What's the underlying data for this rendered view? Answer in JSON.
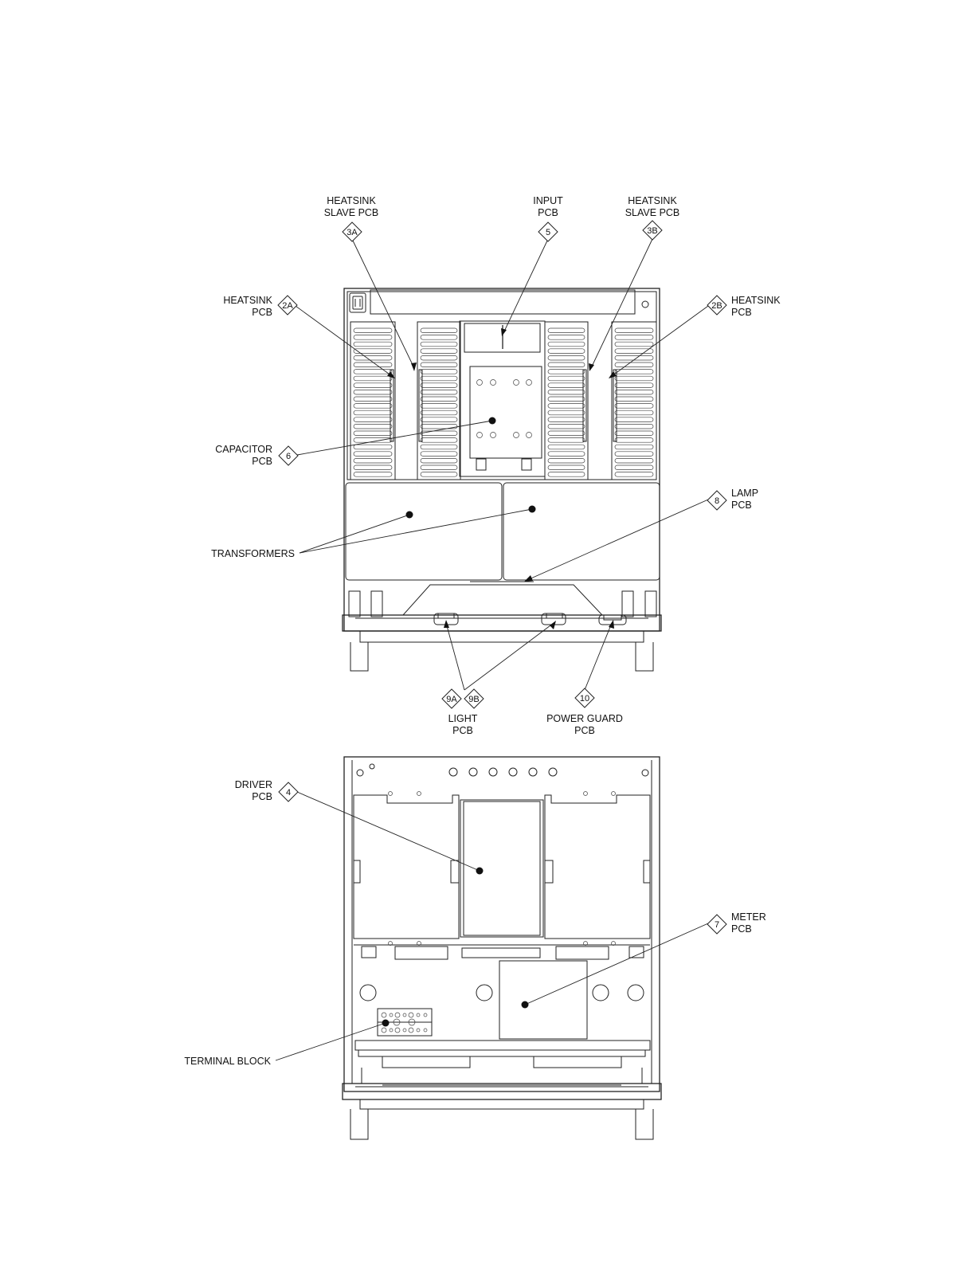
{
  "callouts": {
    "heatsink_slave_3a": {
      "line1": "HEATSINK",
      "line2": "SLAVE PCB",
      "tag": "3A"
    },
    "input_5": {
      "line1": "INPUT",
      "line2": "PCB",
      "tag": "5"
    },
    "heatsink_slave_3b": {
      "line1": "HEATSINK",
      "line2": "SLAVE PCB",
      "tag": "3B"
    },
    "heatsink_2a": {
      "line1": "HEATSINK",
      "line2": "PCB",
      "tag": "2A"
    },
    "heatsink_2b": {
      "line1": "HEATSINK",
      "line2": "PCB",
      "tag": "2B"
    },
    "capacitor_6": {
      "line1": "CAPACITOR",
      "line2": "PCB",
      "tag": "6"
    },
    "lamp_8": {
      "line1": "LAMP",
      "line2": "PCB",
      "tag": "8"
    },
    "transformers": {
      "line1": "TRANSFORMERS"
    },
    "light_9": {
      "line1": "LIGHT",
      "line2": "PCB",
      "tag_a": "9A",
      "tag_b": "9B"
    },
    "power_guard_10": {
      "line1": "POWER GUARD",
      "line2": "PCB",
      "tag": "10"
    },
    "driver_4": {
      "line1": "DRIVER",
      "line2": "PCB",
      "tag": "4"
    },
    "meter_7": {
      "line1": "METER",
      "line2": "PCB",
      "tag": "7"
    },
    "terminal_block": {
      "line1": "TERMINAL BLOCK"
    }
  },
  "colors": {
    "ink": "#222222",
    "paper": "#ffffff"
  }
}
